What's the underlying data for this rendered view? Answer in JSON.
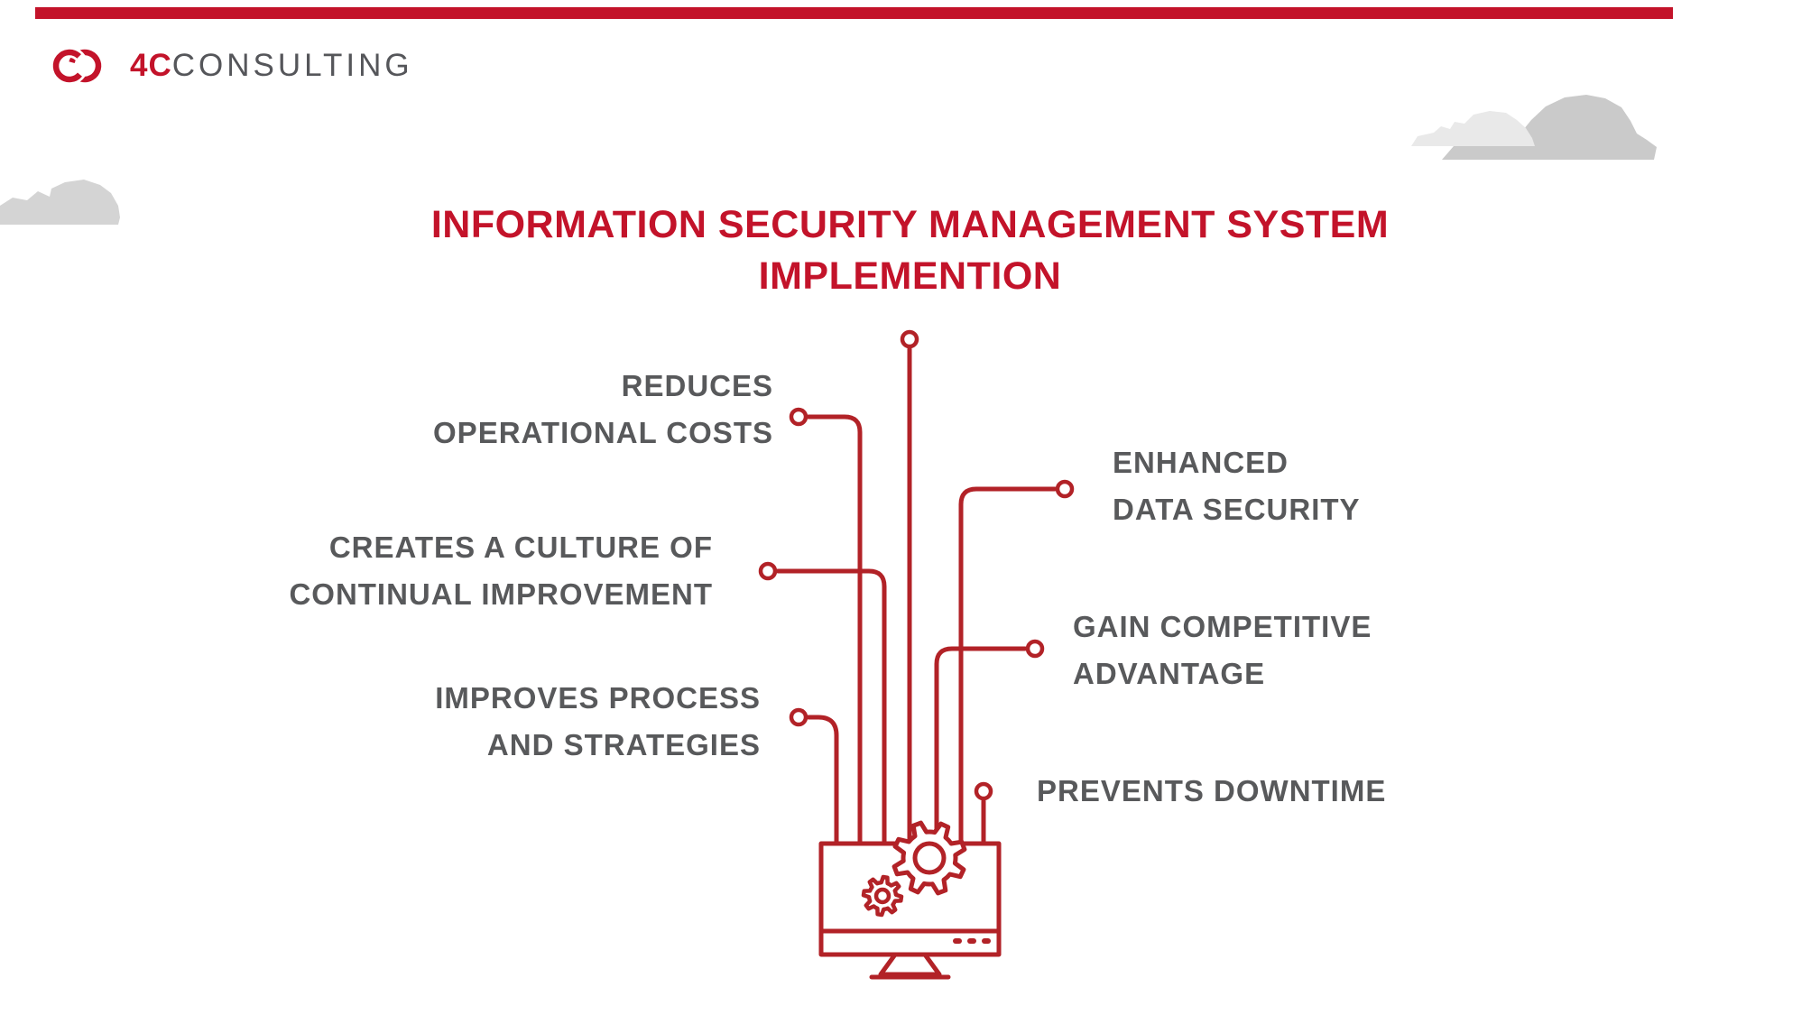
{
  "page": {
    "background": "#FFFFFF"
  },
  "header": {
    "top_bar_color": "#C3132A",
    "logo": {
      "icon": "interlocked-rings",
      "bold": "4C",
      "rest": "CONSULTING"
    }
  },
  "title": {
    "line1": "INFORMATION SECURITY MANAGEMENT SYSTEM",
    "line2": "IMPLEMENTION",
    "color": "#C3132A"
  },
  "diagram": {
    "center_icon": "computer-monitor-with-gears",
    "benefits_left": [
      {
        "lines": [
          "REDUCES",
          "OPERATIONAL COSTS"
        ]
      },
      {
        "lines": [
          "CREATES A CULTURE OF",
          "CONTINUAL IMPROVEMENT"
        ]
      },
      {
        "lines": [
          "IMPROVES PROCESS",
          "AND STRATEGIES"
        ]
      }
    ],
    "benefits_right": [
      {
        "lines": [
          "ENHANCED",
          "DATA SECURITY"
        ]
      },
      {
        "lines": [
          "GAIN COMPETITIVE",
          "ADVANTAGE"
        ]
      },
      {
        "lines": [
          "PREVENTS DOWNTIME"
        ]
      }
    ]
  },
  "colors": {
    "brand_red": "#C3132A",
    "line_red": "#B22227",
    "label_gray": "#58595B",
    "cloud_light": "#E9E9E9",
    "cloud_mid": "#CACACA",
    "cloud_left": "#D4D4D4"
  }
}
